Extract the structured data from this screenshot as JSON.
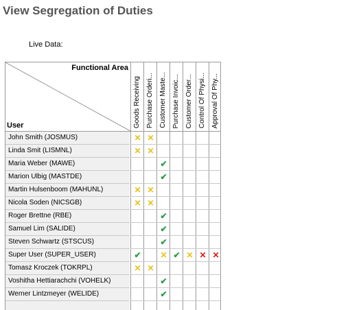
{
  "page": {
    "title": "View Segregation of Duties",
    "live_data_label": "Live Data:"
  },
  "table": {
    "corner_top": "Functional Area",
    "corner_bottom": "User",
    "columns": [
      "Goods Receiving",
      "Purchase Orderi...",
      "Customer Maste...",
      "Purchase Invoic...",
      "Customer Order...",
      "Control Of Physi...",
      "Approval Of Phy..."
    ],
    "marks": {
      "ok": "✔",
      "warn": "✕",
      "bad": "✕"
    },
    "colors": {
      "ok": "#2e9b4a",
      "warn": "#e8c21a",
      "bad": "#dd1a1a"
    },
    "rows": [
      {
        "user": "John Smith (JOSMUS)",
        "cells": [
          "warn",
          "warn",
          "",
          "",
          "",
          "",
          ""
        ]
      },
      {
        "user": "Linda Smit (LISMNL)",
        "cells": [
          "warn",
          "warn",
          "",
          "",
          "",
          "",
          ""
        ]
      },
      {
        "user": "Maria Weber (MAWE)",
        "cells": [
          "",
          "",
          "ok",
          "",
          "",
          "",
          ""
        ]
      },
      {
        "user": "Marion Ulbig (MASTDE)",
        "cells": [
          "",
          "",
          "ok",
          "",
          "",
          "",
          ""
        ]
      },
      {
        "user": "Martin Hulsenboom (MAHUNL)",
        "cells": [
          "warn",
          "warn",
          "",
          "",
          "",
          "",
          ""
        ]
      },
      {
        "user": "Nicola Soden (NICSGB)",
        "cells": [
          "warn",
          "warn",
          "",
          "",
          "",
          "",
          ""
        ]
      },
      {
        "user": "Roger Brettne (RBE)",
        "cells": [
          "",
          "",
          "ok",
          "",
          "",
          "",
          ""
        ]
      },
      {
        "user": "Samuel Lim (SALIDE)",
        "cells": [
          "",
          "",
          "ok",
          "",
          "",
          "",
          ""
        ]
      },
      {
        "user": "Steven Schwartz (STSCUS)",
        "cells": [
          "",
          "",
          "ok",
          "",
          "",
          "",
          ""
        ]
      },
      {
        "user": "Super User (SUPER_USER)",
        "cells": [
          "ok",
          "",
          "warn",
          "ok",
          "warn",
          "bad",
          "bad"
        ]
      },
      {
        "user": "Tomasz Kroczek (TOKRPL)",
        "cells": [
          "warn",
          "warn",
          "",
          "",
          "",
          "",
          ""
        ]
      },
      {
        "user": "Voshitha Hettiarachchi (VOHELK)",
        "cells": [
          "",
          "",
          "ok",
          "",
          "",
          "",
          ""
        ]
      },
      {
        "user": "Werner Lintzmeyer (WELIDE)",
        "cells": [
          "",
          "",
          "ok",
          "",
          "",
          "",
          ""
        ]
      },
      {
        "user": "",
        "cells": [
          "",
          "",
          "",
          "",
          "",
          "",
          ""
        ]
      }
    ]
  }
}
